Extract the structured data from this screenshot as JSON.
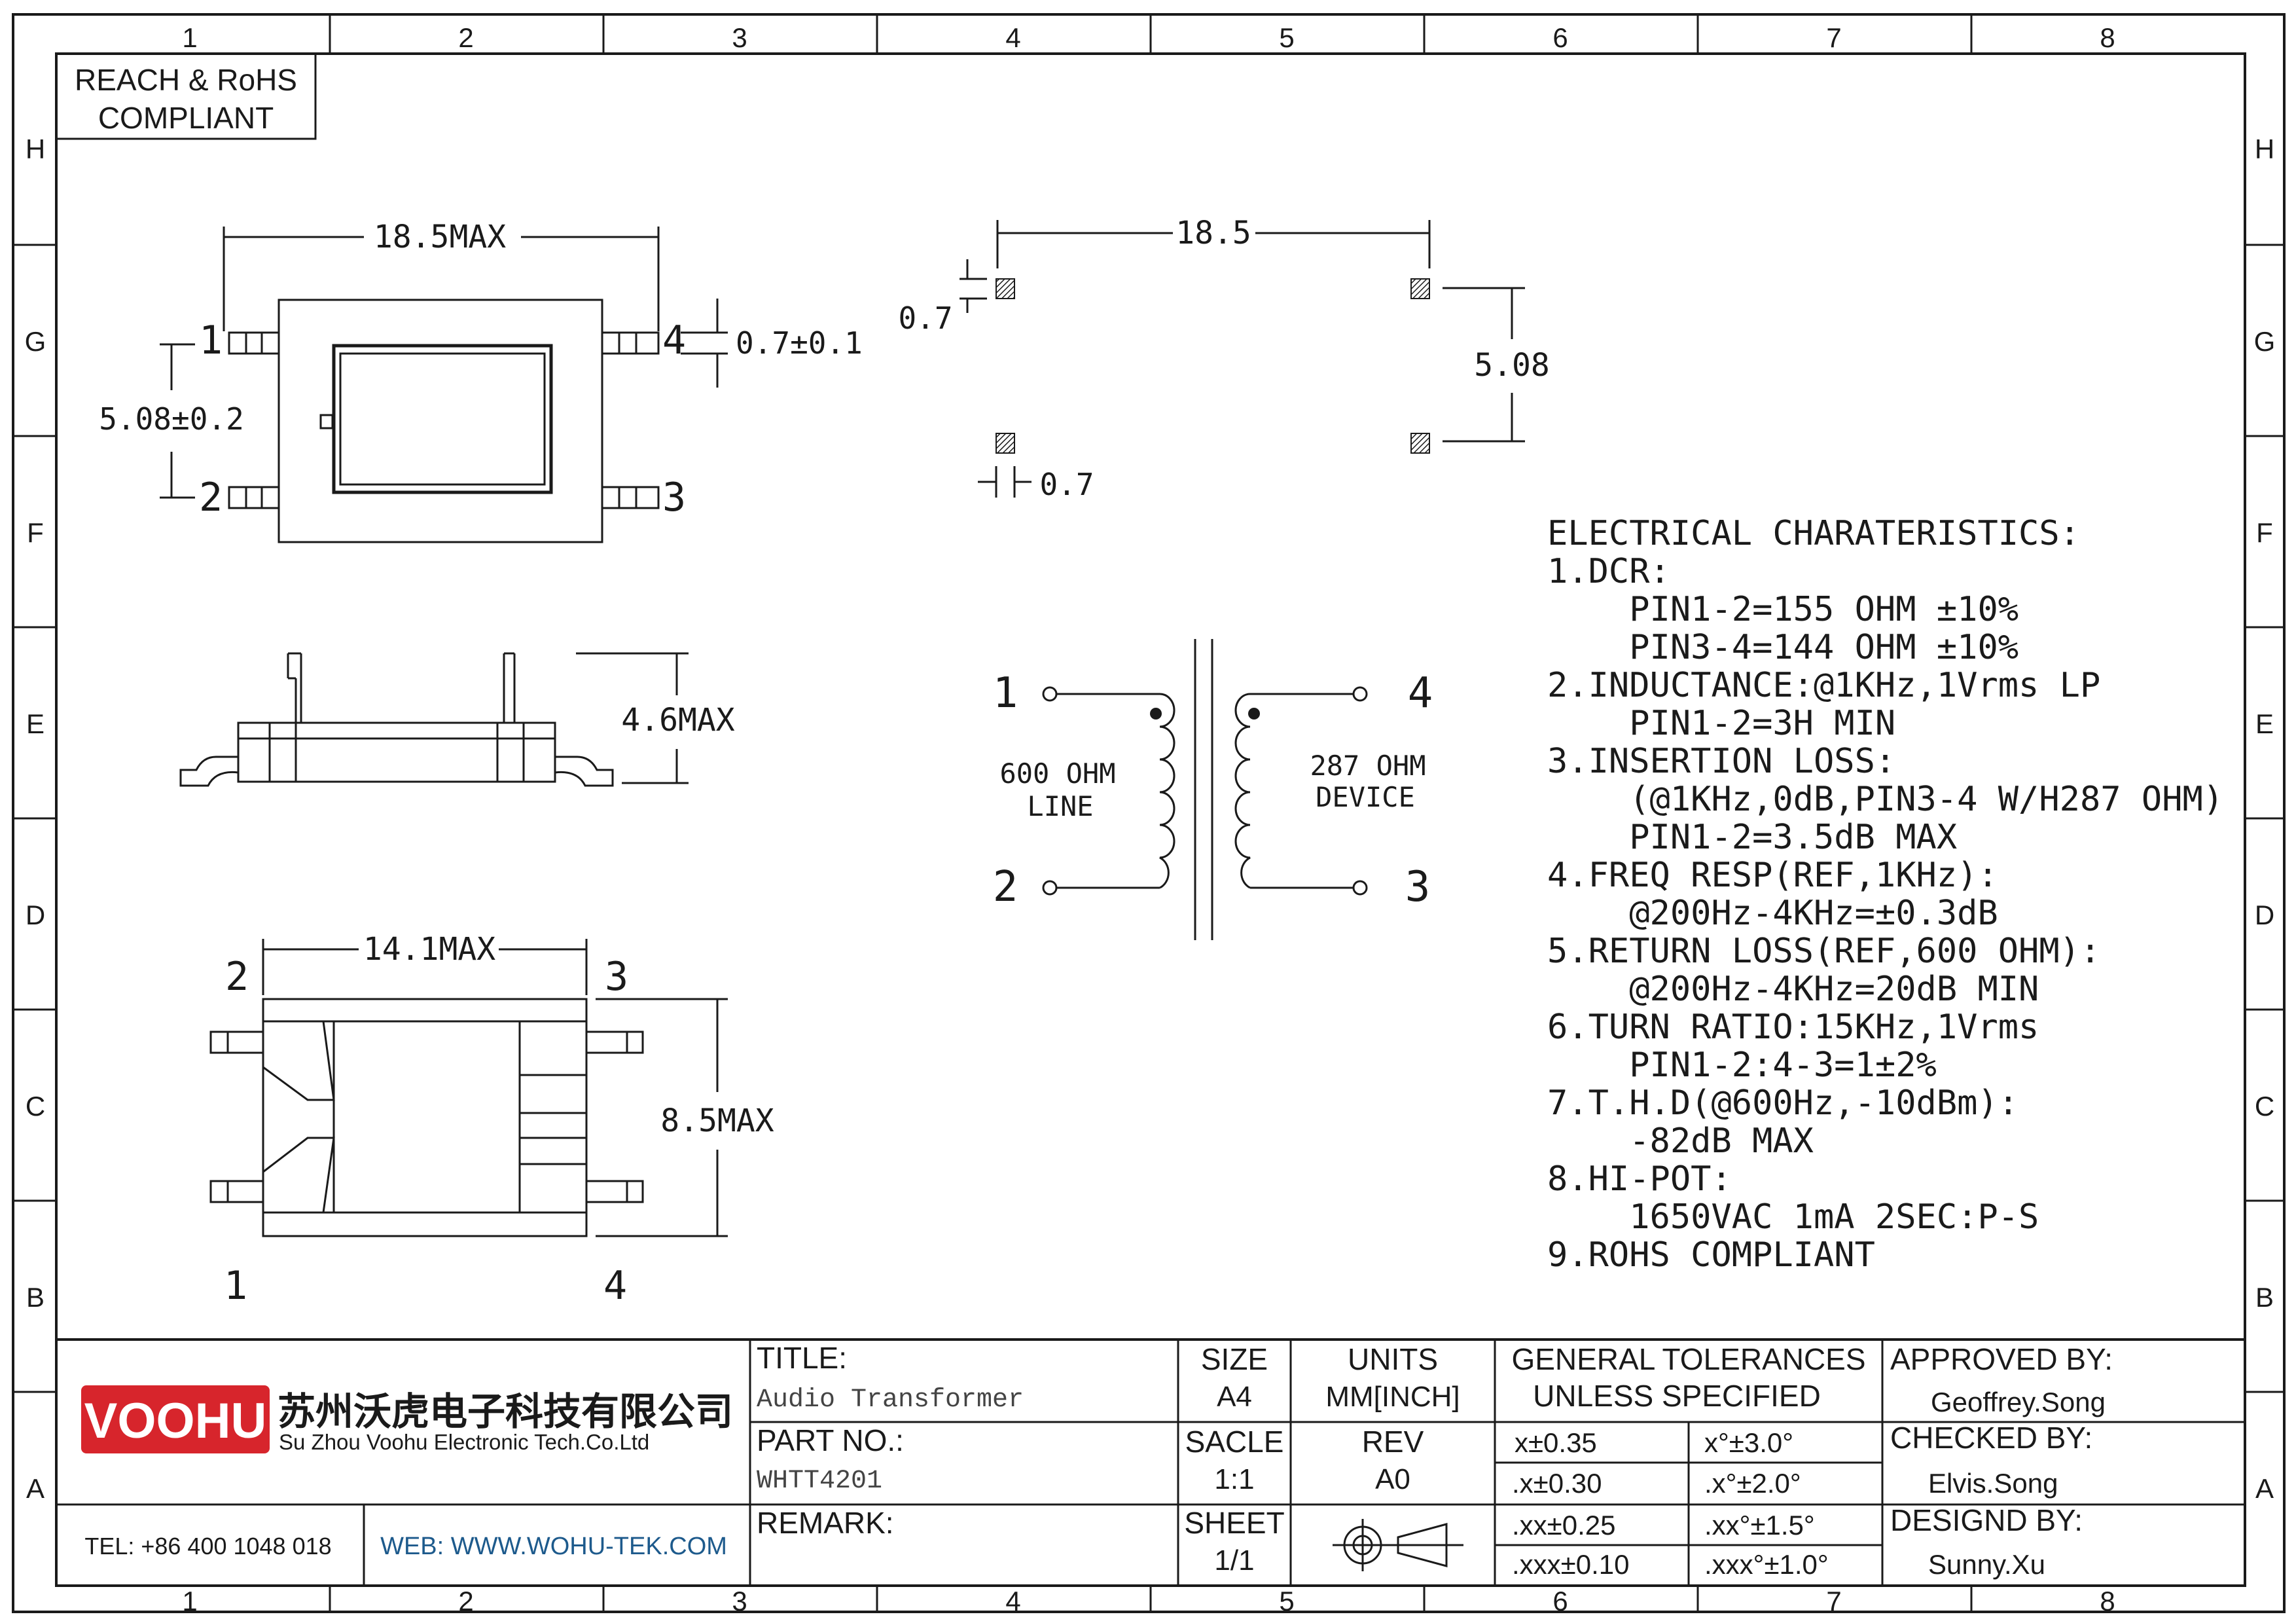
{
  "frame": {
    "columns": [
      "1",
      "2",
      "3",
      "4",
      "5",
      "6",
      "7",
      "8"
    ],
    "rows": [
      "H",
      "G",
      "F",
      "E",
      "D",
      "C",
      "B",
      "A"
    ]
  },
  "compliance_box": {
    "line1": "REACH & RoHS",
    "line2": "COMPLIANT"
  },
  "top_view": {
    "width": "18.5MAX",
    "pitch": "5.08±0.2",
    "pin_width": "0.7±0.1",
    "pins": {
      "p1": "1",
      "p2": "2",
      "p3": "3",
      "p4": "4"
    }
  },
  "side_view": {
    "height": "4.6MAX"
  },
  "bottom_view": {
    "width": "14.1MAX",
    "length": "8.5MAX",
    "pins": {
      "p1": "1",
      "p2": "2",
      "p3": "3",
      "p4": "4"
    }
  },
  "footprint": {
    "span": "18.5",
    "pad_top": "0.7",
    "pad_bottom": "0.7",
    "pitch": "5.08"
  },
  "schematic": {
    "left_label_1": "600 OHM",
    "left_label_2": "LINE",
    "right_label_1": "287 OHM",
    "right_label_2": "DEVICE",
    "pins": {
      "p1": "1",
      "p2": "2",
      "p3": "3",
      "p4": "4"
    }
  },
  "electrical": {
    "heading": "ELECTRICAL CHARATERISTICS:",
    "lines": [
      "1.DCR:",
      "    PIN1-2=155 OHM ±10%",
      "    PIN3-4=144 OHM ±10%",
      "2.INDUCTANCE:@1KHz,1Vrms LP",
      "    PIN1-2=3H MIN",
      "3.INSERTION LOSS:",
      "    (@1KHz,0dB,PIN3-4 W/H287 OHM)",
      "    PIN1-2=3.5dB MAX",
      "4.FREQ RESP(REF,1KHz):",
      "    @200Hz-4KHz=±0.3dB",
      "5.RETURN LOSS(REF,600 OHM):",
      "    @200Hz-4KHz=20dB MIN",
      "6.TURN RATIO:15KHz,1Vrms",
      "    PIN1-2:4-3=1±2%",
      "7.T.H.D(@600Hz,-10dBm):",
      "    -82dB MAX",
      "8.HI-POT:",
      "    1650VAC 1mA 2SEC:P-S",
      "9.ROHS COMPLIANT"
    ]
  },
  "title_block": {
    "logo_text": "VOOHU",
    "company_cn": "苏州沃虎电子科技有限公司",
    "company_en": "Su Zhou Voohu Electronic Tech.Co.Ltd",
    "tel": "TEL: +86 400 1048 018",
    "web": "WEB: WWW.WOHU-TEK.COM",
    "title_label": "TITLE:",
    "title_value": "Audio Transformer",
    "part_label": "PART NO.:",
    "part_value": "WHTT4201",
    "remark_label": "REMARK:",
    "size_label": "SIZE",
    "size_value": "A4",
    "units_label": "UNITS",
    "units_value": "MM[INCH]",
    "scale_label": "SACLE",
    "scale_value": "1:1",
    "rev_label": "REV",
    "rev_value": "A0",
    "sheet_label": "SHEET",
    "sheet_value": "1/1",
    "tolerance_title_1": "GENERAL TOLERANCES",
    "tolerance_title_2": "UNLESS SPECIFIED",
    "tolerances": [
      {
        "linear": "x±0.35",
        "angular": "x°±3.0°"
      },
      {
        "linear": ".x±0.30",
        "angular": ".x°±2.0°"
      },
      {
        "linear": ".xx±0.25",
        "angular": ".xx°±1.5°"
      },
      {
        "linear": ".xxx±0.10",
        "angular": ".xxx°±1.0°"
      }
    ],
    "approved_label": "APPROVED BY:",
    "approved_value": "Geoffrey.Song",
    "checked_label": "CHECKED BY:",
    "checked_value": "Elvis.Song",
    "design_label": "DESIGND BY:",
    "design_value": "Sunny.Xu",
    "colors": {
      "logo_red": "#d7252c",
      "web_blue": "#1d5a8c"
    }
  }
}
